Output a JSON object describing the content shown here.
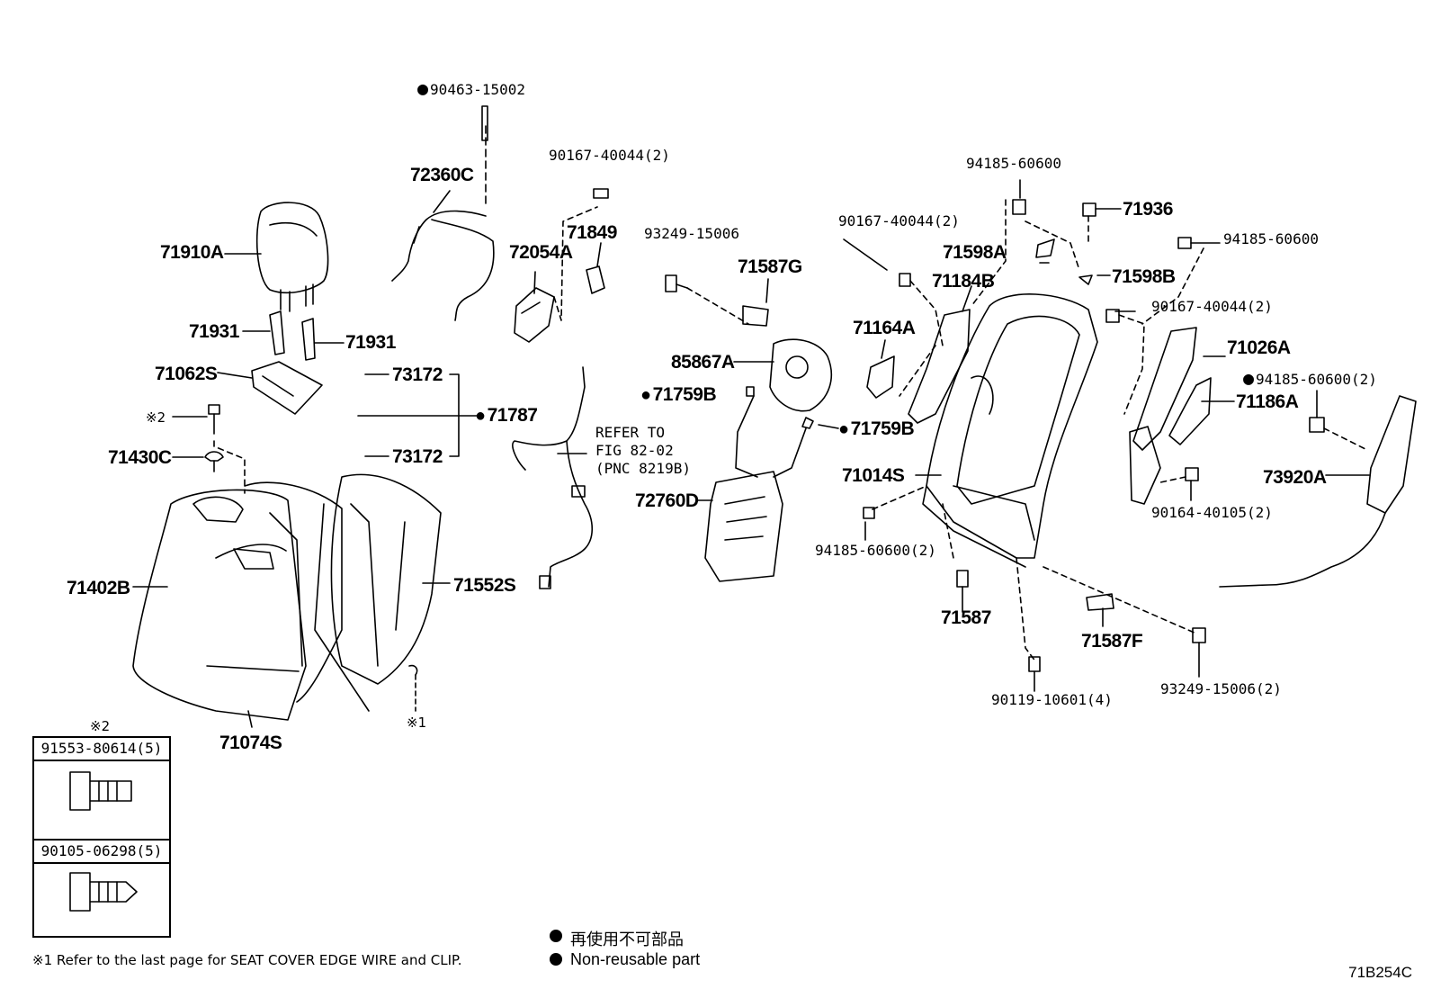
{
  "parts": {
    "p90463": "90463-15002",
    "p72360C": "72360C",
    "p90167_a": "90167-40044(2)",
    "p71849": "71849",
    "p72054A": "72054A",
    "p71910A": "71910A",
    "p71931_a": "71931",
    "p71931_b": "71931",
    "p71062S": "71062S",
    "p73172_a": "73172",
    "p73172_b": "73172",
    "p71787": "71787",
    "p71430C": "71430C",
    "mark2": "※2",
    "p71402B": "71402B",
    "p71074S": "71074S",
    "p71552S": "71552S",
    "mark1": "※1",
    "refer1": "REFER TO",
    "refer2": "FIG 82-02",
    "refer3": "(PNC 8219B)",
    "p93249_a": "93249-15006",
    "p71587G": "71587G",
    "p85867A": "85867A",
    "p71759B_a": "71759B",
    "p71759B_b": "71759B",
    "p72760D": "72760D",
    "p94185_top": "94185-60600",
    "p71936": "71936",
    "p90167_b": "90167-40044(2)",
    "p71598A": "71598A",
    "p71598B": "71598B",
    "p71184B": "71184B",
    "p94185_right": "94185-60600",
    "p90167_c": "90167-40044(2)",
    "p71164A": "71164A",
    "p71026A": "71026A",
    "p94185_2": "94185-60600(2)",
    "p71186A": "71186A",
    "p71014S": "71014S",
    "p73920A": "73920A",
    "p90164": "90164-40105(2)",
    "p94185_bot": "94185-60600(2)",
    "p71587": "71587",
    "p71587F": "71587F",
    "p90119": "90119-10601(4)",
    "p93249_b": "93249-15006(2)"
  },
  "box": {
    "mark": "※2",
    "row1": "91553-80614(5)",
    "row2": "90105-06298(5)"
  },
  "footnote": "※1 Refer to the last page for SEAT COVER EDGE WIRE and CLIP.",
  "legend": {
    "jp": "再使用不可部品",
    "en": "Non-reusable part"
  },
  "code": "71B254C"
}
